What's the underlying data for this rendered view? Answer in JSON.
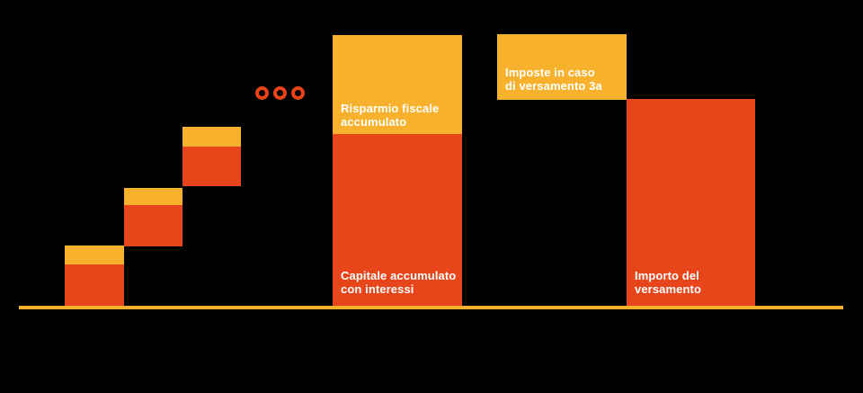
{
  "colors": {
    "background": "#000000",
    "tax_savings_yellow": "#F8B12C",
    "capital_red": "#E8451B",
    "axis_line": "#F8B12C",
    "label_text": "#FFFFFF",
    "ellipsis_dot": "#E8441A"
  },
  "labels": {
    "risparmio": {
      "lines": [
        "Risparmio fiscale",
        "accumulato"
      ]
    },
    "capitale": {
      "lines": [
        "Capitale accumulato",
        "con interessi"
      ]
    },
    "imposte": {
      "lines": [
        "Imposte in caso",
        "di versamento 3a"
      ]
    },
    "importo": {
      "lines": [
        "Importo del",
        "versamento"
      ]
    }
  },
  "icons": {
    "ellipsis": "three-ring-dots-continuation"
  },
  "chart_data": {
    "type": "bar",
    "subtype": "waterfall-stacked",
    "title": "",
    "xlabel": "",
    "ylabel": "",
    "value_axis": "none shown (values estimated as % of total accumulated capital)",
    "grid": false,
    "legend_position": "none (labels placed inside bars)",
    "baseline": 0,
    "ylim": [
      0,
      100.5
    ],
    "bars": [
      {
        "id": "step-1",
        "role": "periodic contribution step 1",
        "base": 0.0,
        "top": 22.2,
        "stack": {
          "capitale": 15.2,
          "risparmio_fiscale": 7.0
        }
      },
      {
        "id": "step-2",
        "role": "periodic contribution step 2",
        "base": 21.9,
        "top": 43.4,
        "stack": {
          "capitale": 15.2,
          "risparmio_fiscale": 6.3
        }
      },
      {
        "id": "step-3",
        "role": "periodic contribution step 3",
        "base": 44.0,
        "top": 65.9,
        "stack": {
          "capitale": 14.6,
          "risparmio_fiscale": 7.3
        }
      },
      {
        "id": "ellipsis",
        "role": "continuation of further contribution steps (3 ring dots)"
      },
      {
        "id": "total",
        "role": "accumulated total",
        "base": 0.0,
        "top": 100.0,
        "stack": {
          "capitale_accumulato_con_interessi": 63.2,
          "risparmio_fiscale_accumulato": 36.8
        },
        "segment_labels": [
          "Risparmio fiscale accumulato",
          "Capitale accumulato con interessi"
        ]
      },
      {
        "id": "imposte",
        "role": "taxes due on 3a payout",
        "base": 76.2,
        "top": 100.3,
        "value": 24.1,
        "label": "Imposte in caso di versamento 3a",
        "color_role": "tax_savings_yellow"
      },
      {
        "id": "importo",
        "role": "net payout amount",
        "base": 0.0,
        "top": 76.2,
        "value": 76.2,
        "label": "Importo del versamento",
        "color_role": "capital_red"
      }
    ]
  }
}
